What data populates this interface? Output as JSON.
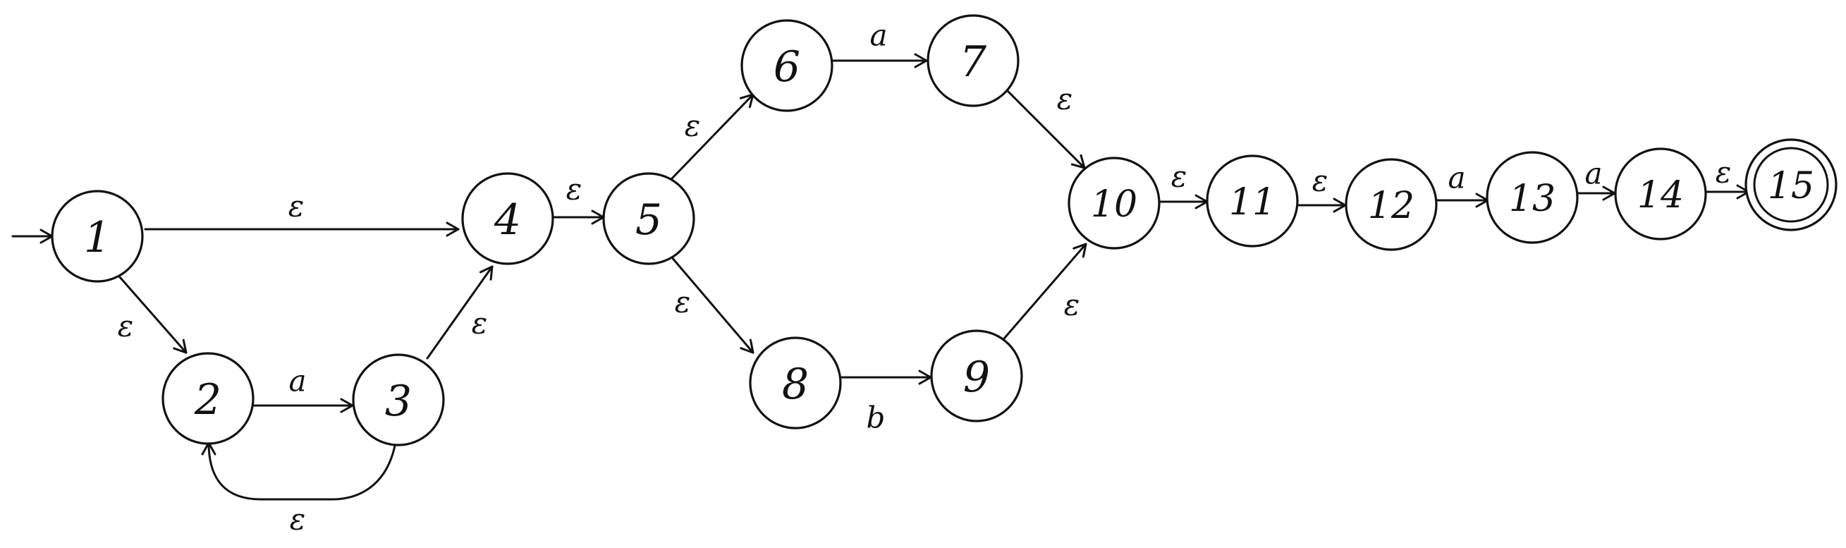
{
  "diagram": {
    "type": "nfa",
    "states": [
      {
        "id": "s1",
        "label": "1",
        "start": true,
        "accepting": false
      },
      {
        "id": "s2",
        "label": "2",
        "start": false,
        "accepting": false
      },
      {
        "id": "s3",
        "label": "3",
        "start": false,
        "accepting": false
      },
      {
        "id": "s4",
        "label": "4",
        "start": false,
        "accepting": false
      },
      {
        "id": "s5",
        "label": "5",
        "start": false,
        "accepting": false
      },
      {
        "id": "s6",
        "label": "6",
        "start": false,
        "accepting": false
      },
      {
        "id": "s7",
        "label": "7",
        "start": false,
        "accepting": false
      },
      {
        "id": "s8",
        "label": "8",
        "start": false,
        "accepting": false
      },
      {
        "id": "s9",
        "label": "9",
        "start": false,
        "accepting": false
      },
      {
        "id": "s10",
        "label": "10",
        "start": false,
        "accepting": false
      },
      {
        "id": "s11",
        "label": "11",
        "start": false,
        "accepting": false
      },
      {
        "id": "s12",
        "label": "12",
        "start": false,
        "accepting": false
      },
      {
        "id": "s13",
        "label": "13",
        "start": false,
        "accepting": false
      },
      {
        "id": "s14",
        "label": "14",
        "start": false,
        "accepting": false
      },
      {
        "id": "s15",
        "label": "15",
        "start": false,
        "accepting": true
      }
    ],
    "transitions": [
      {
        "id": "t1-4",
        "from": "1",
        "to": "4",
        "symbol": "ε"
      },
      {
        "id": "t1-2",
        "from": "1",
        "to": "2",
        "symbol": "ε"
      },
      {
        "id": "t2-3",
        "from": "2",
        "to": "3",
        "symbol": "a"
      },
      {
        "id": "t3-2",
        "from": "3",
        "to": "2",
        "symbol": "ε"
      },
      {
        "id": "t3-4",
        "from": "3",
        "to": "4",
        "symbol": "ε"
      },
      {
        "id": "t4-5",
        "from": "4",
        "to": "5",
        "symbol": "ε"
      },
      {
        "id": "t5-6",
        "from": "5",
        "to": "6",
        "symbol": "ε"
      },
      {
        "id": "t5-8",
        "from": "5",
        "to": "8",
        "symbol": "ε"
      },
      {
        "id": "t6-7",
        "from": "6",
        "to": "7",
        "symbol": "a"
      },
      {
        "id": "t8-9",
        "from": "8",
        "to": "9",
        "symbol": "b"
      },
      {
        "id": "t7-10",
        "from": "7",
        "to": "10",
        "symbol": "ε"
      },
      {
        "id": "t9-10",
        "from": "9",
        "to": "10",
        "symbol": "ε"
      },
      {
        "id": "t10-11",
        "from": "10",
        "to": "11",
        "symbol": "ε"
      },
      {
        "id": "t11-12",
        "from": "11",
        "to": "12",
        "symbol": "ε"
      },
      {
        "id": "t12-13",
        "from": "12",
        "to": "13",
        "symbol": "a"
      },
      {
        "id": "t13-14",
        "from": "13",
        "to": "14",
        "symbol": "a"
      },
      {
        "id": "t14-15",
        "from": "14",
        "to": "15",
        "symbol": "ε"
      }
    ]
  },
  "colors": {
    "stroke": "#111111",
    "background": "#ffffff"
  }
}
